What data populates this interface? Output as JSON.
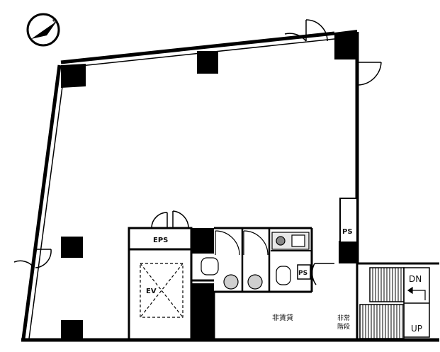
{
  "labels": {
    "eps": "EPS",
    "ev": "EV",
    "ps_right": "PS",
    "ps_small": "PS",
    "non_leased": "非賃貸",
    "emergency_stairs": "非常\n階段",
    "dn": "DN",
    "up": "UP"
  },
  "icons": {
    "north_arrow": "compass-north-icon",
    "door": "door-swing-icon",
    "toilet": "toilet-icon",
    "sink": "sink-icon",
    "kitchenette": "kitchenette-icon"
  },
  "colors": {
    "wall": "#000000",
    "line": "#222222",
    "fill": "#ffffff",
    "fixture": "#cfcfcf"
  }
}
